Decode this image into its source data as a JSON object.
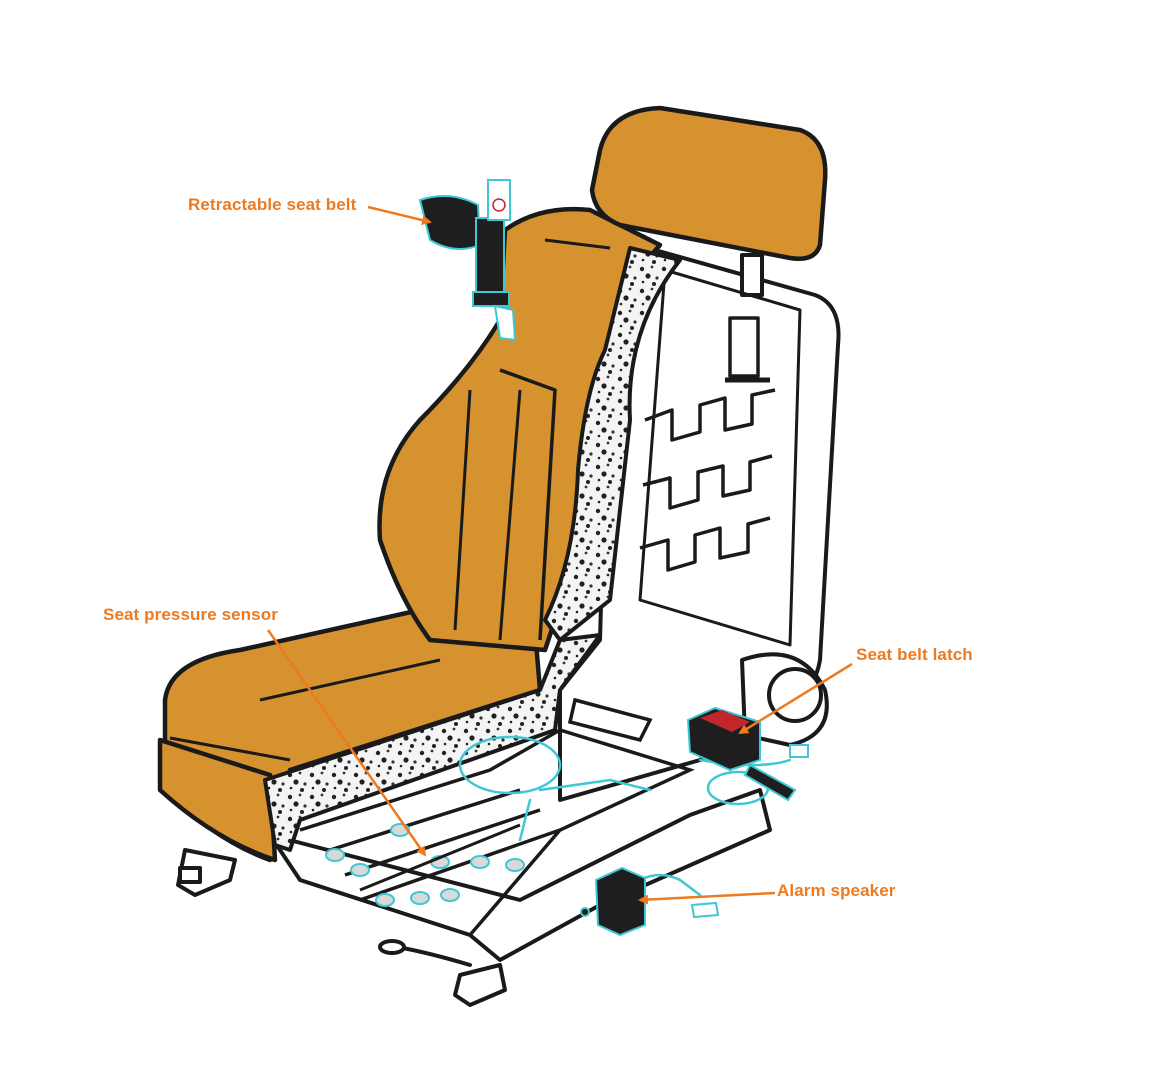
{
  "colors": {
    "upholstery": "#D6922E",
    "outline": "#1a1a1a",
    "foam": "#f4f4f4",
    "frame": "#ffffff",
    "callout_text": "#EE7A1F",
    "arrow": "#EE7A1F",
    "wiring": "#3EC7D4",
    "component_dark": "#1e1e1e",
    "latch_button": "#C0272D"
  },
  "callouts": {
    "retractable_seat_belt": "Retractable seat belt",
    "seat_pressure_sensor": "Seat pressure sensor",
    "seat_belt_latch": "Seat belt latch",
    "alarm_speaker": "Alarm speaker"
  }
}
